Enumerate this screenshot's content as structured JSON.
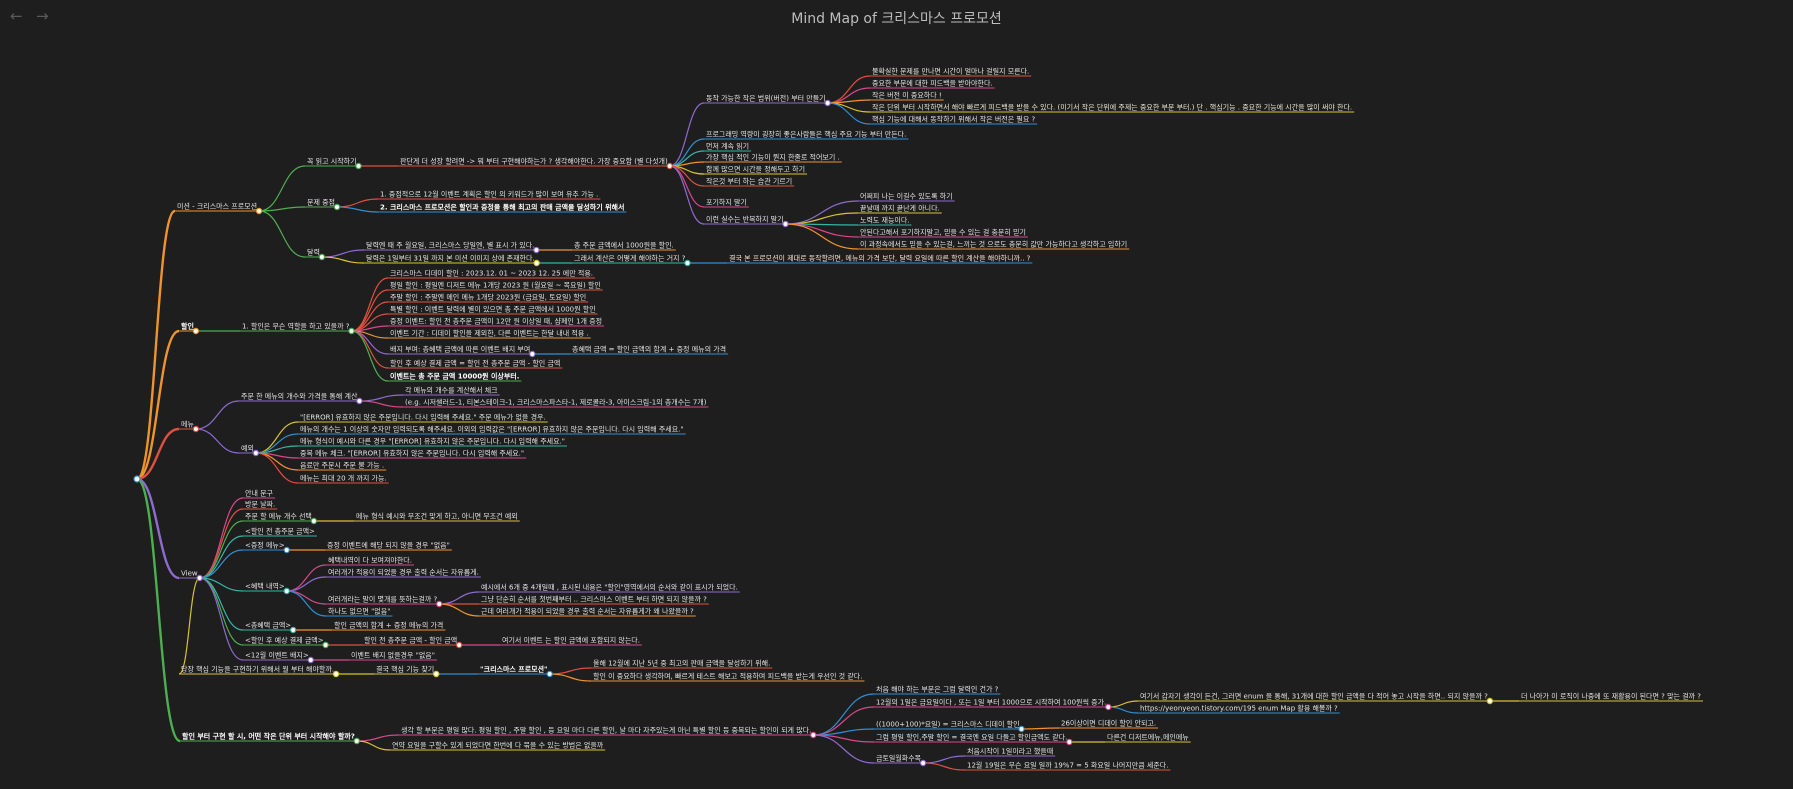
{
  "header": {
    "title": "Mind Map of 크리스마스 프로모션",
    "back_icon": "arrow-left-icon",
    "forward_icon": "arrow-right-icon"
  },
  "colors": {
    "background": "#1e1e1e",
    "orange": "#f0932b",
    "red": "#e0503e",
    "purple": "#8e6bd0",
    "green": "#4caf50",
    "blue": "#2f8fd6",
    "yellow": "#d9c22e",
    "teal": "#33b5a5",
    "pink": "#d9478c"
  },
  "nodes": [
    {
      "id": "root",
      "text": "",
      "color": "blue"
    },
    {
      "id": "b1",
      "text": "미션 - 크리스마스 프로모션",
      "parent": "root",
      "color": "orange"
    },
    {
      "id": "b1a",
      "text": "꼭 읽고 시작하기",
      "parent": "b1",
      "color": "green"
    },
    {
      "id": "b1a1",
      "text": "판단게 더 성장 할려면 -> 뭐 부터 구현해야하는가 ? 생각해야한다. 가장 중요함 (별 다섯개)",
      "parent": "b1a",
      "color": "red"
    },
    {
      "id": "c1",
      "text": "동작 가능한 작은 범위(버전) 부터 만들기",
      "parent": "b1a1",
      "color": "purple"
    },
    {
      "id": "c1a",
      "text": "불확실한 문제를 만나면 시간이 얼마나 걸릴지 모른다.",
      "parent": "c1",
      "color": "red"
    },
    {
      "id": "c1b",
      "text": "중요한 부분에 대한 피드백을 받아야한다.",
      "parent": "c1",
      "color": "pink"
    },
    {
      "id": "c1c",
      "text": "작은 버전 이 중요하다 !",
      "parent": "c1",
      "color": "orange"
    },
    {
      "id": "c1d",
      "text": "작은 단위 부터 시작하면서 해야 빠르게 피드백을 받을 수 있다. (미기서 작은 단위에 주제는 중요한 부분 부터.) 단 . 핵심기능 . 중요한 기능에 시간을 많이 써야 한다.",
      "parent": "c1",
      "color": "yellow"
    },
    {
      "id": "c1e",
      "text": "핵심 기능에 대해서 동작하기 위해서 작은 버전은 필요 ?",
      "parent": "c1",
      "color": "blue"
    },
    {
      "id": "c2",
      "text": "프로그래밍 역량이 굉장히 좋은사람들은 핵심 주요 기능 부터 만든다.",
      "parent": "b1a1",
      "color": "blue"
    },
    {
      "id": "c3",
      "text": "먼저 계속 읽기",
      "parent": "b1a1",
      "color": "teal"
    },
    {
      "id": "c4",
      "text": "가장 핵심 적인 기능이 뭔지 한줄로 적어보기 .",
      "parent": "b1a1",
      "color": "orange"
    },
    {
      "id": "c5",
      "text": "함께 많으면 시간을 정해두고 하기",
      "parent": "b1a1",
      "color": "yellow"
    },
    {
      "id": "c6",
      "text": "작은것 부터 하는 습관 기르기",
      "parent": "b1a1",
      "color": "red"
    },
    {
      "id": "c7",
      "text": "포기하지 말기",
      "parent": "b1a1",
      "color": "pink"
    },
    {
      "id": "c8",
      "text": "이런 실수는 반복하지 말기",
      "parent": "b1a1",
      "color": "purple"
    },
    {
      "id": "c8a",
      "text": "어쩌피 나는 이길수 있도록 하기",
      "parent": "c8",
      "color": "purple"
    },
    {
      "id": "c8b",
      "text": "끝날때 까지 끝난게 아니다.",
      "parent": "c8",
      "color": "yellow"
    },
    {
      "id": "c8c",
      "text": "노력도 재능이다.",
      "parent": "c8",
      "color": "teal"
    },
    {
      "id": "c8d",
      "text": "안된다고해서 포기하지말고, 믿을 수 있는 걸 충분히 믿기",
      "parent": "c8",
      "color": "pink"
    },
    {
      "id": "c8e",
      "text": "이 과정속에서도 믿을 수 있는걸, 느끼는 것 으로도 충분히 값만 가능하다고 생각하고 임하기",
      "parent": "c8",
      "color": "orange"
    },
    {
      "id": "b1b",
      "text": "문제 중점",
      "parent": "b1",
      "color": "green"
    },
    {
      "id": "b1b1",
      "text": "1. 중점적으로 12월 이벤트 계획은 할인 의 키워드가 많이 보여 유추 가능 .",
      "parent": "b1b",
      "color": "red"
    },
    {
      "id": "b1b2",
      "text": "2. 크리스마스 프로모션은 할인과 증정을 통해 최고의 판매 금액을 달성하기 위해서",
      "parent": "b1b",
      "color": "blue"
    },
    {
      "id": "b1c",
      "text": "달력",
      "parent": "b1",
      "color": "green"
    },
    {
      "id": "b1c1",
      "text": "달력엔 때 주 월요일, 크리스마스 당일엔, 별 표시 가 있다.",
      "parent": "b1c",
      "color": "purple"
    },
    {
      "id": "b1c1a",
      "text": "총 주문 금액에서 1000원을 할인.",
      "parent": "b1c1",
      "color": "orange"
    },
    {
      "id": "b1c2",
      "text": "달력은 1일부터 31일 까지 본 미션 이미지 상에 존재한다.",
      "parent": "b1c",
      "color": "yellow"
    },
    {
      "id": "b1c2a",
      "text": "그래서 계산은 어떻게 해야하는 거지 ?",
      "parent": "b1c2",
      "color": "teal"
    },
    {
      "id": "b1c2b",
      "text": "결국 본 프로모션이 제대로 동작할려면, 메뉴의 가격 보단, 달력 요일에 따른 할인 계산을 해야하니까.. ?",
      "parent": "b1c2a",
      "color": "blue"
    },
    {
      "id": "b2",
      "text": "할인",
      "parent": "root",
      "color": "orange"
    },
    {
      "id": "b2a",
      "text": "1. 할인은 무슨 역할을 하고 있을까 ?",
      "parent": "b2",
      "color": "green"
    },
    {
      "id": "b2a1",
      "text": "크리스마스 디데이 할인 : 2023.12. 01 ~ 2023 12. 25 에만 적용.",
      "parent": "b2a",
      "color": "red"
    },
    {
      "id": "b2a2",
      "text": "평일 할인 : 평일엔 디저트 메뉴 1개당 2023 원 (월요일 ~ 목요일) 할인",
      "parent": "b2a",
      "color": "red"
    },
    {
      "id": "b2a3",
      "text": "주말 할인 : 주말엔 메인 메뉴 1개당 2023원 (금요일, 토요일) 할인",
      "parent": "b2a",
      "color": "red"
    },
    {
      "id": "b2a4",
      "text": "특별 할인 : 이벤트 달력에 별이 있으면 총 주문 금액에서 1000원 할인",
      "parent": "b2a",
      "color": "red"
    },
    {
      "id": "b2a5",
      "text": "증정 이벤트: 할인 전 총주문 금액이 12만 원 이상일 때, 샴페인 1개 증정",
      "parent": "b2a",
      "color": "pink"
    },
    {
      "id": "b2a6",
      "text": "이벤트 기간 : 디데이 할인을 제외한, 다른 이벤트는 한달 내내 적용 .",
      "parent": "b2a",
      "color": "orange"
    },
    {
      "id": "b2a7",
      "text": "배지 부여: 총혜택 금액에 따른 이벤트 배지 부여",
      "parent": "b2a",
      "color": "purple"
    },
    {
      "id": "b2a7a",
      "text": "총혜택 금액 = 할인 금액의 합계 + 증정 메뉴의 가격",
      "parent": "b2a7",
      "color": "blue"
    },
    {
      "id": "b2a8",
      "text": "할인 후 예상 결제 금액 = 할인 전 총주문 금액 - 할인 금액",
      "parent": "b2a",
      "color": "red"
    },
    {
      "id": "b2a9",
      "text": "이벤트는 총 주문 금액 10000원 이상부터.",
      "parent": "b2a",
      "color": "green"
    },
    {
      "id": "b3",
      "text": "메뉴",
      "parent": "root",
      "color": "red"
    },
    {
      "id": "b3a",
      "text": "주문 한 메뉴의 개수와 가격을 통해 계산",
      "parent": "b3",
      "color": "purple"
    },
    {
      "id": "b3a1",
      "text": "각 메뉴의 개수를 계산해서 체크",
      "parent": "b3a",
      "color": "purple"
    },
    {
      "id": "b3a2",
      "text": "(e.g. 시저샐러드-1, 티본스테이크-1, 크리스마스파스타-1, 제로콜라-3, 아이스크림-1의 총개수는 7개)",
      "parent": "b3a",
      "color": "pink"
    },
    {
      "id": "b3b",
      "text": "예외",
      "parent": "b3",
      "color": "purple"
    },
    {
      "id": "b3b1",
      "text": "\"[ERROR] 유효하지 않은 주문입니다. 다시 입력해 주세요.\" 주문 메뉴가 없을 경우.",
      "parent": "b3b",
      "color": "yellow"
    },
    {
      "id": "b3b2",
      "text": "메뉴의 개수는 1 이상의 숫자만 입력되도록 해주세요. 이외의 입력값은 \"[ERROR] 유효하지 않은 주문입니다. 다시 입력해 주세요.\"",
      "parent": "b3b",
      "color": "blue"
    },
    {
      "id": "b3b3",
      "text": "메뉴 형식이 예시와 다른 경우 \"[ERROR] 유효하지 않은 주문입니다. 다시 입력해 주세요.\"",
      "parent": "b3b",
      "color": "teal"
    },
    {
      "id": "b3b4",
      "text": "중복 메뉴 체크. \"[ERROR] 유효하지 않은 주문입니다. 다시 입력해 주세요.\"",
      "parent": "b3b",
      "color": "pink"
    },
    {
      "id": "b3b5",
      "text": "음료만 주문시 주문 불 가능 .",
      "parent": "b3b",
      "color": "orange"
    },
    {
      "id": "b3b6",
      "text": "메뉴는 최대 20 개 까지 가능.",
      "parent": "b3b",
      "color": "red"
    },
    {
      "id": "b4",
      "text": "View",
      "parent": "root",
      "color": "purple"
    },
    {
      "id": "b4a",
      "text": "안내 문구",
      "parent": "b4",
      "color": "pink"
    },
    {
      "id": "b4b",
      "text": "방문 날짜.",
      "parent": "b4",
      "color": "red"
    },
    {
      "id": "b4c",
      "text": "주문 할 메뉴 개수 선택",
      "parent": "b4",
      "color": "green"
    },
    {
      "id": "b4c1",
      "text": "메뉴 형식 예시와 무조건 맞게 하고, 아니면 무조건 예외",
      "parent": "b4c",
      "color": "yellow"
    },
    {
      "id": "b4d",
      "text": "<할인 전 총주문 금액>",
      "parent": "b4",
      "color": "teal"
    },
    {
      "id": "b4e",
      "text": "<증정 메뉴>",
      "parent": "b4",
      "color": "blue"
    },
    {
      "id": "b4e1",
      "text": "증정 이벤트에 해당 되지 않을 경우 \"없음\"",
      "parent": "b4e",
      "color": "orange"
    },
    {
      "id": "b4f",
      "text": "<혜택 내역>",
      "parent": "b4",
      "color": "teal"
    },
    {
      "id": "b4f1",
      "text": "혜택내역이 다 보여져야한다.",
      "parent": "b4f",
      "color": "pink"
    },
    {
      "id": "b4f2",
      "text": "여러개가 적용이 되었을 경우 출력 순서는 자유롭게.",
      "parent": "b4f",
      "color": "purple"
    },
    {
      "id": "b4f3",
      "text": "여러개라는 말이 몇개를 뜻하는걸까 ?",
      "parent": "b4f",
      "color": "pink"
    },
    {
      "id": "b4f3a",
      "text": "예시에서 6개 중 4개일때 , 표시된 내용은 \"할인\"영역에서의 순서와 같이 표시가 되었다.",
      "parent": "b4f3",
      "color": "purple"
    },
    {
      "id": "b4f3b",
      "text": "그냥 단순히 순서를 첫번째부터 .. 크리스마스 이벤트 부터 하면 되지 않을까 ?",
      "parent": "b4f3",
      "color": "red"
    },
    {
      "id": "b4f3c",
      "text": "근데 여러개가 적용이 되었을 경우 출력 순서는 자유롭게가 왜 나왔을까 ?",
      "parent": "b4f3",
      "color": "orange"
    },
    {
      "id": "b4f4",
      "text": "하나도 없으면 \"없음\"",
      "parent": "b4f",
      "color": "blue"
    },
    {
      "id": "b4g",
      "text": "<총혜택 금액>",
      "parent": "b4",
      "color": "teal"
    },
    {
      "id": "b4g1",
      "text": "할인 금액의 합계 + 증정 메뉴의 가격",
      "parent": "b4g",
      "color": "orange"
    },
    {
      "id": "b4h",
      "text": "<할인 후 예상 결제 금액>",
      "parent": "b4",
      "color": "green"
    },
    {
      "id": "b4h1",
      "text": "할인 전 총주문 금액 - 할인 금액",
      "parent": "b4h",
      "color": "red"
    },
    {
      "id": "b4h1a",
      "text": "여기서 이벤트 는 할인 금액에 포함되지 않는다.",
      "parent": "b4h1",
      "color": "pink"
    },
    {
      "id": "b4i",
      "text": "<12월 이벤트 배지>",
      "parent": "b4",
      "color": "purple"
    },
    {
      "id": "b4i1",
      "text": "이벤트 배지 없을경우 \"없음\"",
      "parent": "b4i",
      "color": "pink"
    },
    {
      "id": "b4j",
      "text": "당장 핵심 기능을 구현하기 위해서 뭘 부터 해야할까.",
      "parent": "b4",
      "color": "yellow"
    },
    {
      "id": "b4j1",
      "text": "결국 핵심 기능 찾기",
      "parent": "b4j",
      "color": "yellow"
    },
    {
      "id": "b4j1a",
      "text": "\"크리스마스 프로모션\"",
      "parent": "b4j1",
      "color": "blue"
    },
    {
      "id": "b4j1a1",
      "text": "올해 12월에 지난 5년 중 최고의 판매 금액을 달성하기 위해.",
      "parent": "b4j1a",
      "color": "red"
    },
    {
      "id": "b4j1a2",
      "text": "할인 이 중요하다 생각하며, 빠르게 테스트 해보고 적용하며 피드백을 받는게 우선인 것 같다.",
      "parent": "b4j1a",
      "color": "orange"
    },
    {
      "id": "b5",
      "text": "할인 부터 구현 할 시, 어떤 작은 단위 부터 시작해야 할까?",
      "parent": "root",
      "color": "green"
    },
    {
      "id": "b5a",
      "text": "생각 할 부분은 평일 많다. 평일 할인 , 주말 할인 , 등 요일 마다 다른 할인, 날 마다 자주있는게 아닌 특별 할인 등 중복되는 할인이 되게 많다.",
      "parent": "b5",
      "color": "pink"
    },
    {
      "id": "b5a1",
      "text": "처음 해야 하는 부분은 그럼 달력인 건가 ?",
      "parent": "b5a",
      "color": "blue"
    },
    {
      "id": "b5a2",
      "text": "12월의 1일은 금요일이다 , 또는 1일 부터 1000으로 시작하여 100원씩 증가.",
      "parent": "b5a",
      "color": "pink"
    },
    {
      "id": "b5a2a",
      "text": "여기서 갑자기 생각이 든건, 그러면 enum 을 통해, 31개에 대한 할인 금액을 다 적어 놓고 시작을 하면.. 되지 않을까 ?",
      "parent": "b5a2",
      "color": "yellow"
    },
    {
      "id": "b5a2a1",
      "text": "더 나아가 이 로직이 나중에 또 재활용이 된다면 ? 맞는 걸까 ?",
      "parent": "b5a2a",
      "color": "yellow"
    },
    {
      "id": "b5a2b",
      "text": "https://yeonyeon.tistory.com/195 enum Map 활용 해볼까 ?",
      "parent": "b5a2",
      "color": "blue"
    },
    {
      "id": "b5a3",
      "text": "((1000+100)*요일) = 크리스마스 디데이 할인",
      "parent": "b5a",
      "color": "blue"
    },
    {
      "id": "b5a3a",
      "text": "26이상이면 디데이 할인 안되고.",
      "parent": "b5a3",
      "color": "orange"
    },
    {
      "id": "b5a4",
      "text": "그럼 평일 할인,주말 할인 = 결국엔 요일 다들고 할인금액도 같다.",
      "parent": "b5a",
      "color": "pink"
    },
    {
      "id": "b5a4a",
      "text": "다른건 디저트메뉴,메인메뉴",
      "parent": "b5a4",
      "color": "yellow"
    },
    {
      "id": "b5a5",
      "text": "금토일월화수목",
      "parent": "b5a",
      "color": "purple"
    },
    {
      "id": "b5a5a",
      "text": "처음시작이 1일이라고 했을때",
      "parent": "b5a5",
      "color": "purple"
    },
    {
      "id": "b5a5b",
      "text": "12월 19일은 무슨 요일 일까 19%7 = 5 화요일 나머지만큼 세준다.",
      "parent": "b5a5",
      "color": "red"
    },
    {
      "id": "b5b",
      "text": "연약 요일을 구할수 있게 되었다면 한번에 다 묶을 수 있는 방법은 없을까",
      "parent": "b5",
      "color": "yellow"
    }
  ]
}
